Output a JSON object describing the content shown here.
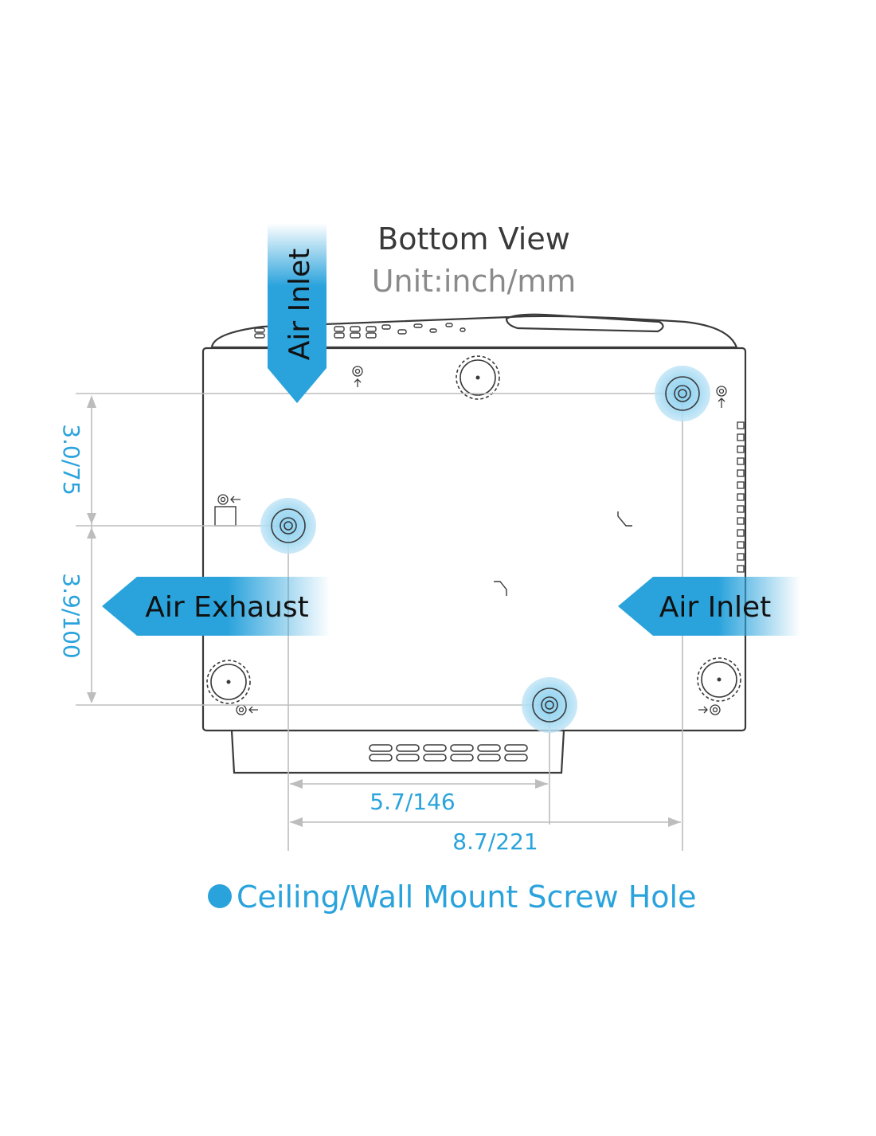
{
  "title": "Bottom View",
  "unit": "Unit:inch/mm",
  "labels": {
    "air_inlet_top": "Air Inlet",
    "air_exhaust": "Air Exhaust",
    "air_inlet_right": "Air Inlet"
  },
  "dimensions": {
    "vertical_upper": "3.0/75",
    "vertical_lower": "3.9/100",
    "horizontal_inner": "5.7/146",
    "horizontal_outer": "8.7/221"
  },
  "legend": "Ceiling/Wall Mount Screw Hole",
  "colors": {
    "accent": "#2aa3dc",
    "screw_hole_glow": "#bfe4f6",
    "outline": "#3a3a3a",
    "dimension_line": "#bdbdbd",
    "title_text": "#3a3a3a",
    "unit_text": "#8a8a8a"
  }
}
